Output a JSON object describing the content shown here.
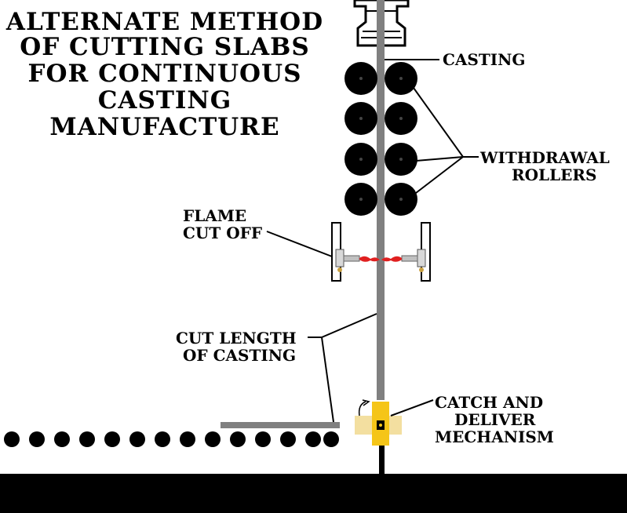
{
  "title": {
    "line1": "ALTERNATE METHOD",
    "line2": "OF CUTTING SLABS",
    "line3": "FOR CONTINUOUS",
    "line4": "CASTING",
    "line5": "MANUFACTURE"
  },
  "labels": {
    "casting": "CASTING",
    "withdrawal_1": "WITHDRAWAL",
    "withdrawal_2": "ROLLERS",
    "flame_1": "FLAME",
    "flame_2": "CUT OFF",
    "cutlength_1": "CUT LENGTH",
    "cutlength_2": "OF CASTING",
    "catch_1": "CATCH AND",
    "catch_2": "DELIVER",
    "catch_3": "MECHANISM"
  },
  "colors": {
    "casting": "#808080",
    "roller": "#000000",
    "flame": "#e02020",
    "mechanism": "#f5c518",
    "mechanism_light": "#f3dfa0",
    "floor": "#000000"
  }
}
